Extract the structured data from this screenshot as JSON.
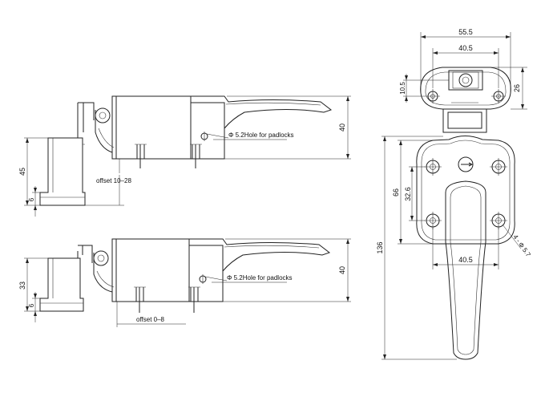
{
  "labels": {
    "side_top_height": "40",
    "side_top_base_height": "45",
    "side_top_flange": "6",
    "side_top_offset": "offset 10–28",
    "side_top_hole": "Φ 5.2Hole for padlocks",
    "side_bot_height": "40",
    "side_bot_base_height": "33",
    "side_bot_flange": "6",
    "side_bot_offset": "offset 0–8",
    "side_bot_hole": "Φ 5.2Hole for padlocks",
    "front_width_total": "55.5",
    "front_width_holes": "40.5",
    "front_catch_height": "10.5",
    "front_catch_total": "26",
    "front_body_height": "66",
    "front_hole_spacing": "32.6",
    "front_overall_height": "136",
    "front_body_holes": "40.5",
    "front_hole_dia": "4 - Φ 5.7"
  }
}
